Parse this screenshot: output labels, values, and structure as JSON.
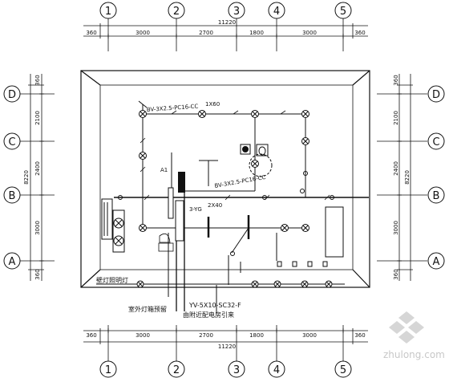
{
  "grid": {
    "columns": [
      "1",
      "2",
      "3",
      "4",
      "5"
    ],
    "rows": [
      "D",
      "C",
      "B",
      "A"
    ]
  },
  "dimensions": {
    "total_horizontal": "11220",
    "horizontal": [
      "360",
      "3000",
      "2700",
      "1800",
      "3000",
      "360"
    ],
    "total_vertical": "8220",
    "vertical": [
      "360",
      "2100",
      "2400",
      "3000",
      "360"
    ]
  },
  "annotations": {
    "circuit_top": "BV-3X2.5-PC16-CC",
    "lamp_rating_top": "1X60",
    "circuit_mid": "BV-3X2.5-PC16-CC",
    "panel_label": "A1",
    "lamp_rating_mid": "2X40",
    "lamp_code_mid": "3-YG",
    "note_left": "壁灯照明灯",
    "note_outdoor": "室外灯箱预留",
    "cable_spec": "YV-5X10-SC32-F",
    "cable_source": "由附近配电房引来"
  },
  "watermark": {
    "text": "zhulong.com"
  }
}
